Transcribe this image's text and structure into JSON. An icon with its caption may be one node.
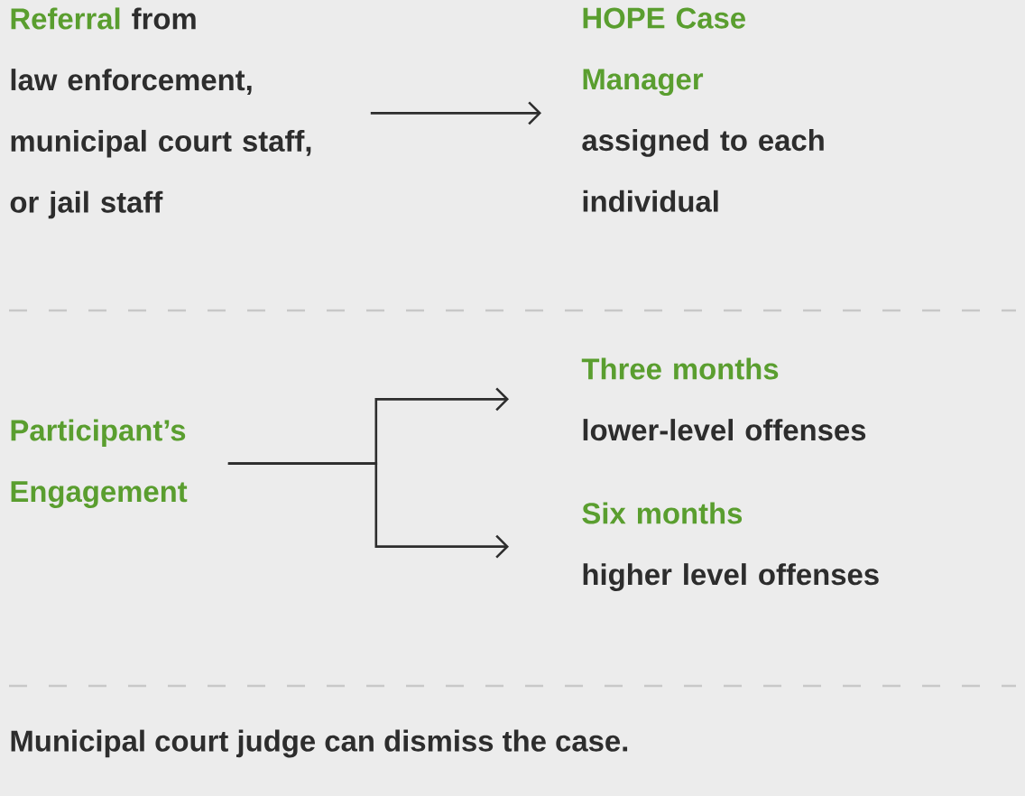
{
  "diagram": {
    "nodes": [
      {
        "text": [
          "Referral",
          "from law enforcement, municipal court staff, or jail staff"
        ]
      },
      {
        "text": [
          "HOPE Case Manager",
          "assigned to each individual"
        ]
      },
      {
        "text": [
          "Participant’s Engagement"
        ]
      },
      {
        "text": [
          "Three months",
          "lower-level offenses"
        ]
      },
      {
        "text": [
          "Six months",
          "higher level offenses"
        ]
      }
    ],
    "edges": [
      {
        "from": 0,
        "to": 1,
        "arrow": "to"
      },
      {
        "from": 2,
        "to": 3,
        "arrow": "to"
      },
      {
        "from": 2,
        "to": 4,
        "arrow": "to"
      }
    ],
    "labels": [
      "Municipal court judge can dismiss the case."
    ]
  }
}
